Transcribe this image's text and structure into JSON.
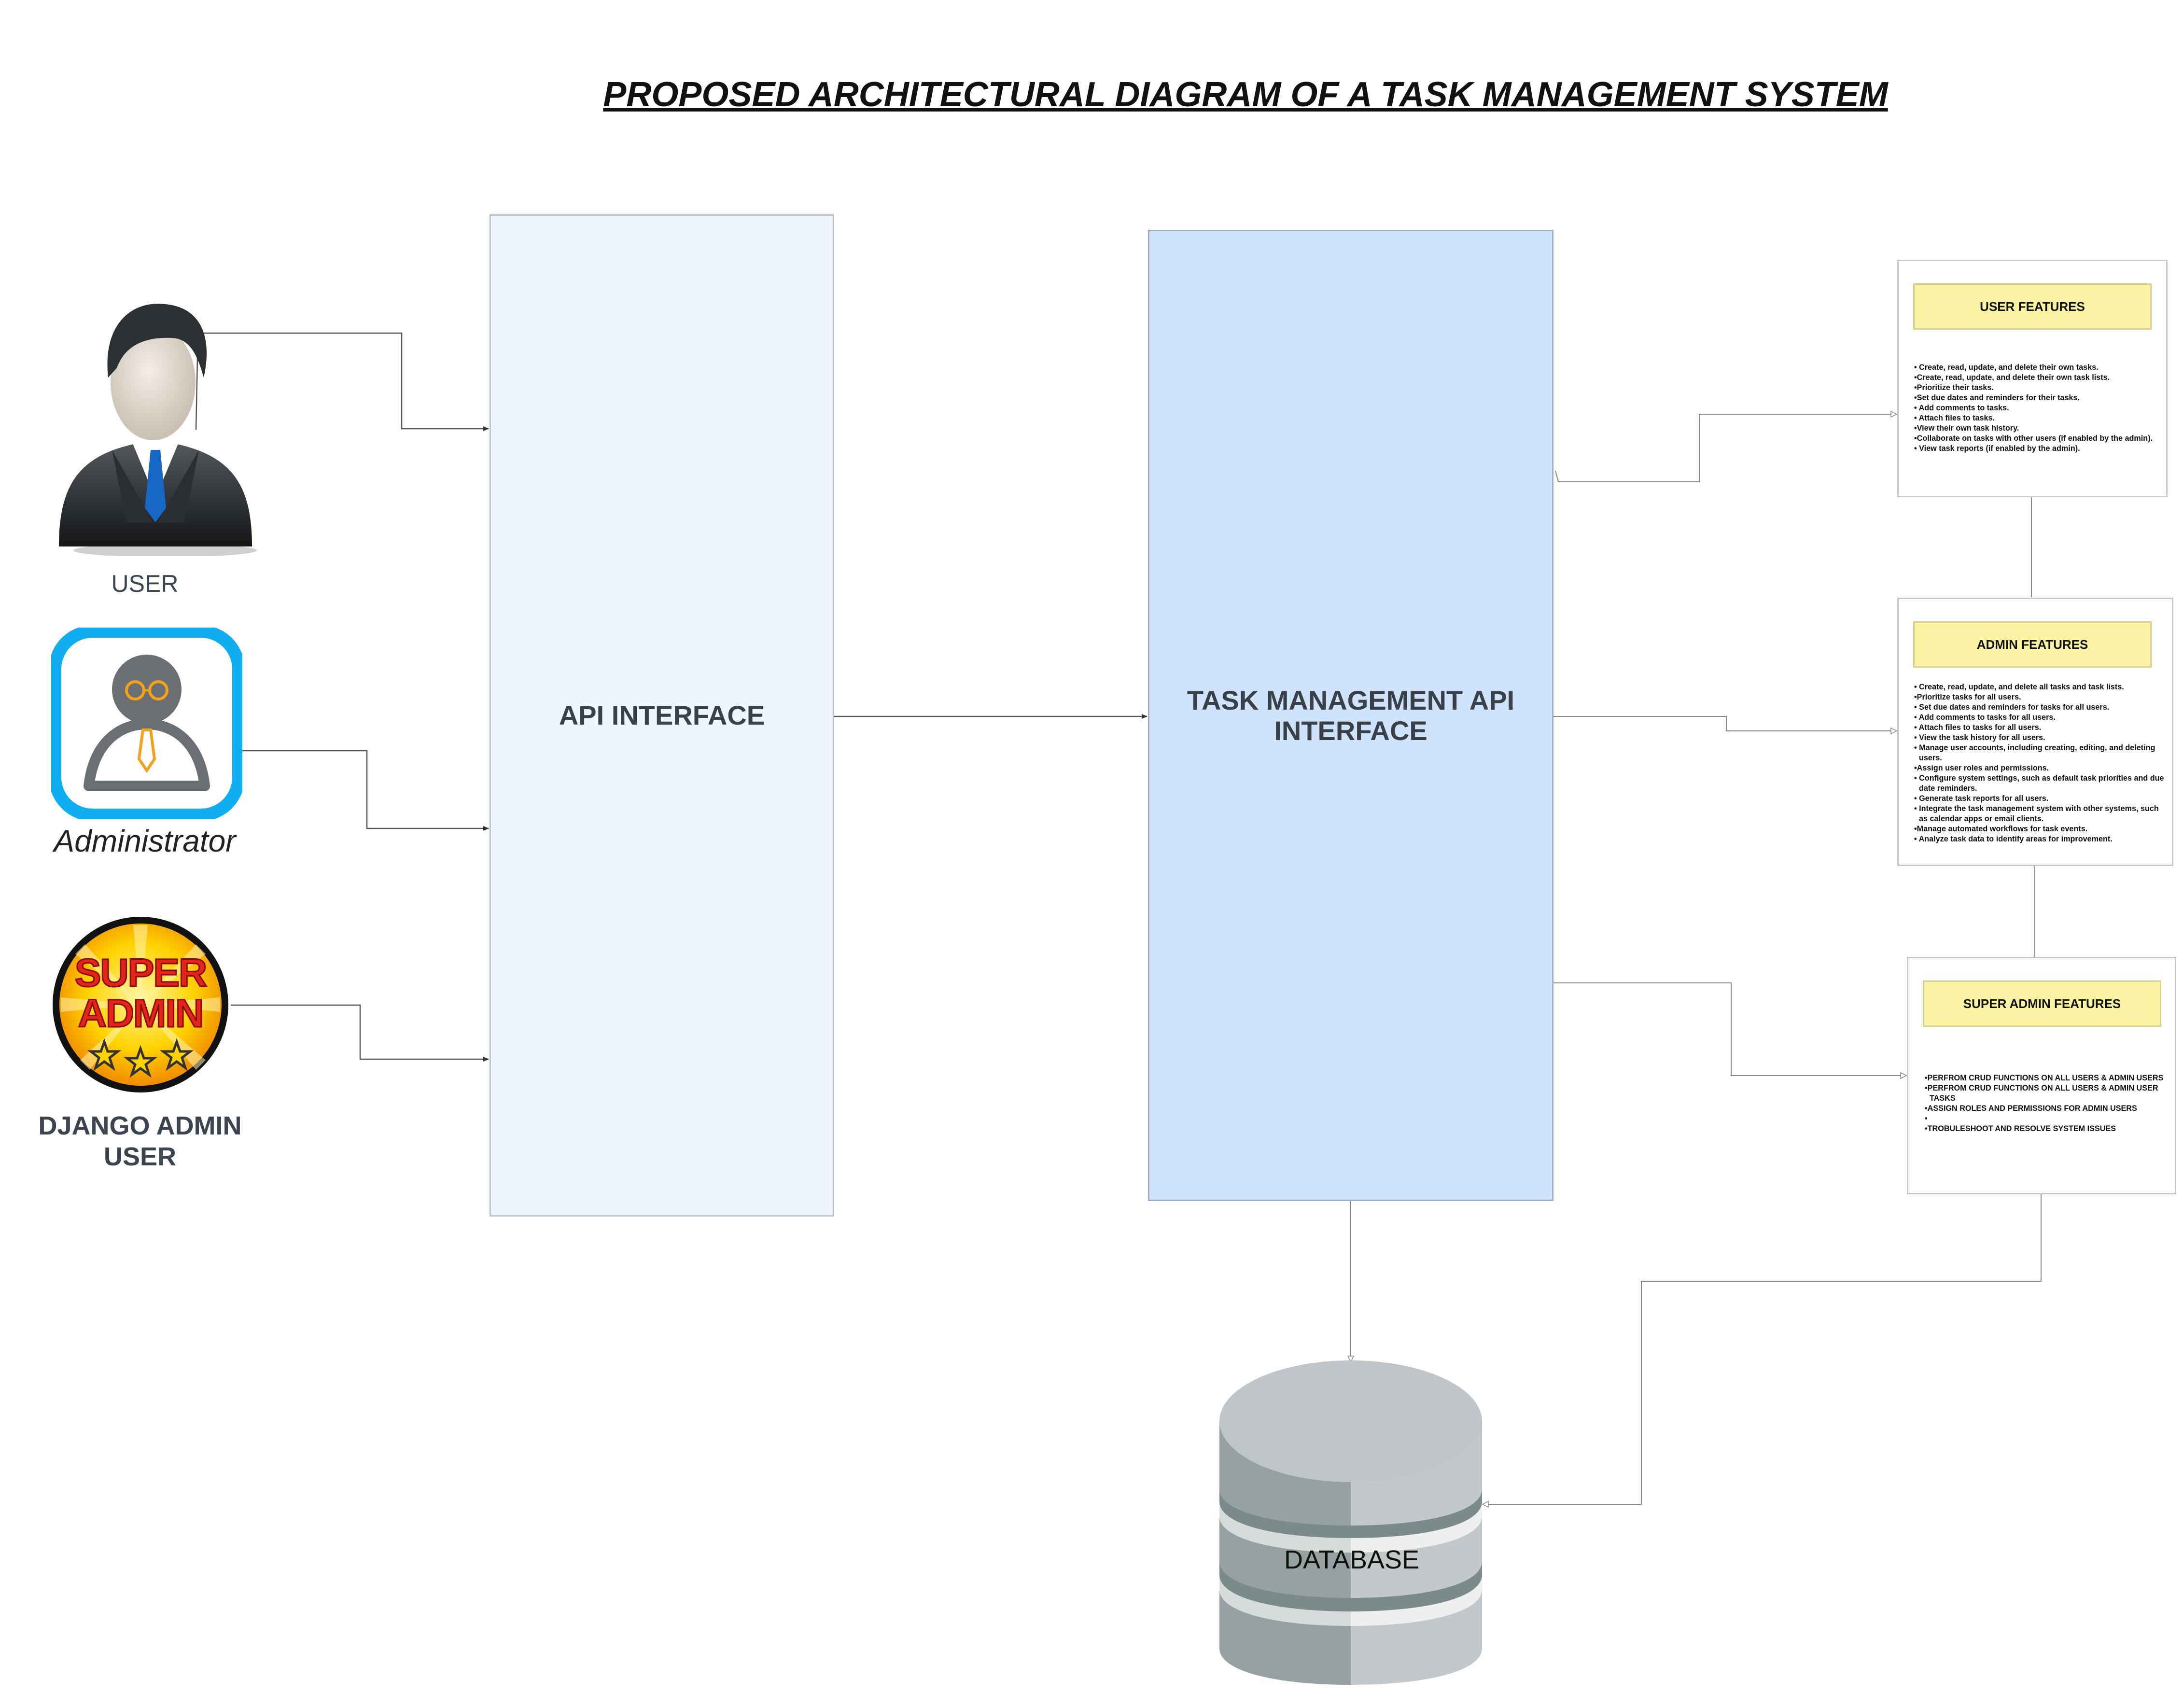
{
  "title": "PROPOSED ARCHITECTURAL DIAGRAM OF A TASK MANAGEMENT SYSTEM",
  "actors": {
    "user": "USER",
    "administrator": "Administrator",
    "django_admin_line1": "DJANGO ADMIN",
    "django_admin_line2": "USER",
    "super_admin_badge_line1": "SUPER",
    "super_admin_badge_line2": "ADMIN"
  },
  "api_interface": "API INTERFACE",
  "task_api": {
    "line1": "TASK MANAGEMENT API",
    "line2": "INTERFACE"
  },
  "database": "DATABASE",
  "user_features": {
    "header": "USER FEATURES",
    "items": [
      " Create, read, update, and delete their own tasks.",
      "Create, read, update, and delete their own task lists.",
      "Prioritize their tasks.",
      "Set due dates and reminders for their tasks.",
      " Add comments to tasks.",
      " Attach files to tasks.",
      "View their own task history.",
      "Collaborate on tasks with other users (if enabled by the admin).",
      " View task reports (if enabled by the admin)."
    ]
  },
  "admin_features": {
    "header": "ADMIN FEATURES",
    "items": [
      " Create, read, update, and delete all tasks and task lists.",
      "Prioritize tasks for all users.",
      " Set due dates and reminders for tasks for all users.",
      " Add comments to tasks for all users.",
      " Attach files to tasks for all users.",
      " View the task history for all users.",
      "  Manage user accounts, including creating, editing, and deleting users.",
      "Assign user roles and permissions.",
      " Configure system settings, such as default task priorities and due date reminders.",
      " Generate task reports for all users.",
      " Integrate the task management system with other systems, such as calendar apps or email clients.",
      "Manage automated workflows for task events.",
      " Analyze task data to identify areas for improvement."
    ]
  },
  "super_admin_features": {
    "header": "SUPER ADMIN FEATURES",
    "items": [
      "PERFROM CRUD FUNCTIONS ON ALL USERS & ADMIN USERS",
      "PERFROM CRUD FUNCTIONS ON ALL USERS & ADMIN USER TASKS",
      "ASSIGN ROLES AND PERMISSIONS FOR ADMIN USERS",
      "",
      "TROBULESHOOT AND RESOLVE SYSTEM ISSUES"
    ]
  },
  "colors": {
    "api_box": "#eef5ff",
    "task_api_box": "#cfe3fb",
    "feature_header": "#fbf3a4",
    "admin_icon_frame": "#10aef0",
    "super_admin_red": "#e4231b",
    "super_admin_yellow": "#ffd200",
    "database_gray": "#a9b3b4"
  }
}
